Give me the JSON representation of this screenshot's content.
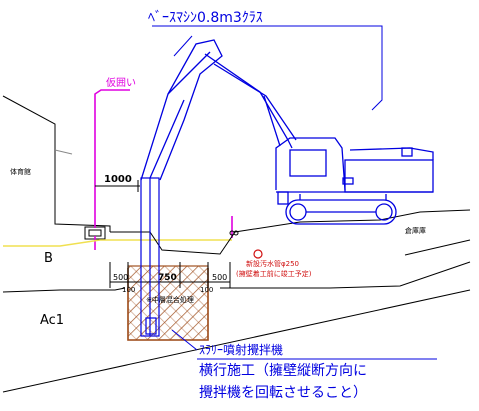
{
  "labels": {
    "machine": "ﾍﾞｰｽﾏｼﾝ0.8m3ｸﾗｽ",
    "fence": "仮囲い",
    "gym": "体育館",
    "warehouse": "倉庫庫",
    "dim_1000": "1000",
    "layer_b": "B",
    "layer_ac1": "Ac1",
    "dim_500_left": "500",
    "dim_750": "750",
    "dim_500_right": "500",
    "dim_100_left": "100",
    "dim_100_right": "100",
    "pipe_line1": "新設汚水管φ250",
    "pipe_line2": "(擁壁着工前に竣工予定)",
    "mix_note": "※中層混合処理",
    "method_title": "ｽﾗﾘｰ噴射攪拌機",
    "method_line1": "横行施工（擁壁縦断方向に",
    "method_line2": "攪拌機を回転させること）"
  },
  "colors": {
    "machine": "#0000e0",
    "fence": "#e000e0",
    "ground_b": "#f0e050",
    "pipe": "#d01010",
    "hatch": "#a05020",
    "structure": "#000000"
  }
}
